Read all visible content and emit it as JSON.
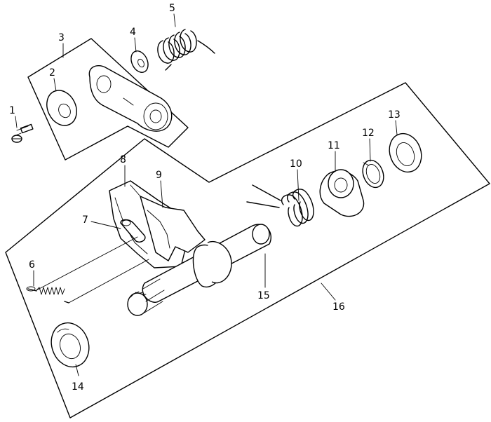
{
  "diagram": {
    "line_color": "#000000",
    "background": "#ffffff",
    "callouts": [
      {
        "id": "1",
        "label": "1"
      },
      {
        "id": "2",
        "label": "2"
      },
      {
        "id": "3",
        "label": "3"
      },
      {
        "id": "4",
        "label": "4"
      },
      {
        "id": "5",
        "label": "5"
      },
      {
        "id": "6",
        "label": "6"
      },
      {
        "id": "7",
        "label": "7"
      },
      {
        "id": "8",
        "label": "8"
      },
      {
        "id": "9",
        "label": "9"
      },
      {
        "id": "10",
        "label": "10"
      },
      {
        "id": "11",
        "label": "11"
      },
      {
        "id": "12",
        "label": "12"
      },
      {
        "id": "13",
        "label": "13"
      },
      {
        "id": "14",
        "label": "14"
      },
      {
        "id": "15",
        "label": "15"
      },
      {
        "id": "16",
        "label": "16"
      }
    ]
  }
}
